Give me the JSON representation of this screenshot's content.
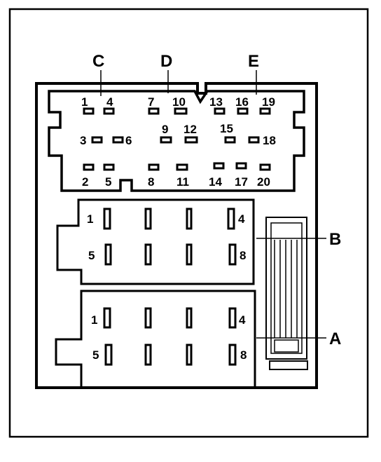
{
  "connector_letters": {
    "c": "C",
    "d": "D",
    "e": "E",
    "b": "B",
    "a": "A"
  },
  "top_connector_pins": {
    "p1": "1",
    "p4": "4",
    "p7": "7",
    "p10": "10",
    "p13": "13",
    "p16": "16",
    "p19": "19",
    "p3": "3",
    "p6": "6",
    "p9": "9",
    "p12": "12",
    "p15": "15",
    "p18": "18",
    "p2": "2",
    "p5": "5",
    "p8": "8",
    "p11": "11",
    "p14": "14",
    "p17": "17",
    "p20": "20"
  },
  "connector_b_pins": {
    "p1": "1",
    "p4": "4",
    "p5": "5",
    "p8": "8"
  },
  "connector_a_pins": {
    "p1": "1",
    "p4": "4",
    "p5": "5",
    "p8": "8"
  }
}
